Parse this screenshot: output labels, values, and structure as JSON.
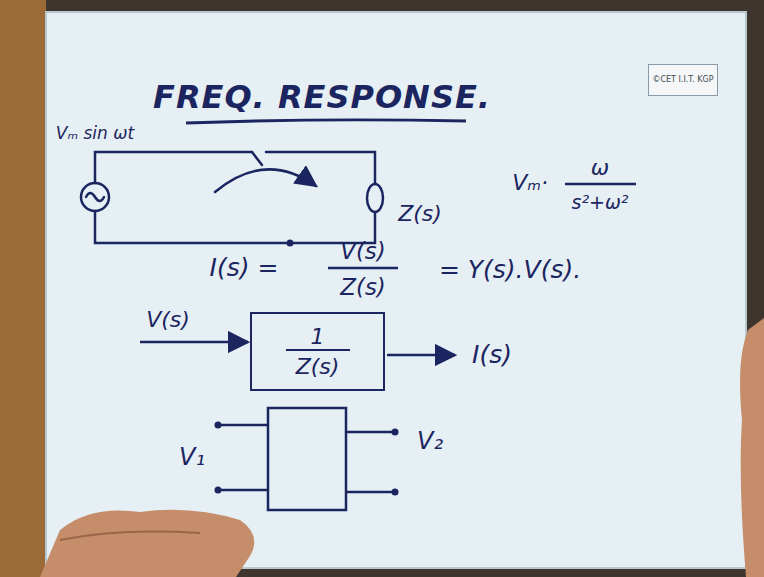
{
  "diagram": {
    "title": "FREQ. RESPONSE.",
    "nodes": [
      {
        "text": [
          "©CET I.I.T. KGP"
        ]
      },
      {
        "text": [
          "1",
          "Z(s)"
        ]
      }
    ],
    "labels": [
      "Vₘ sin ωt",
      "Z(s)",
      "Vₘ·",
      "ω",
      "s²+ω²",
      "I(s) =",
      "V(s)",
      "Z(s)",
      "= Y(s).V(s).",
      "V(s)",
      "I(s)",
      "V₁",
      "V₂"
    ]
  }
}
